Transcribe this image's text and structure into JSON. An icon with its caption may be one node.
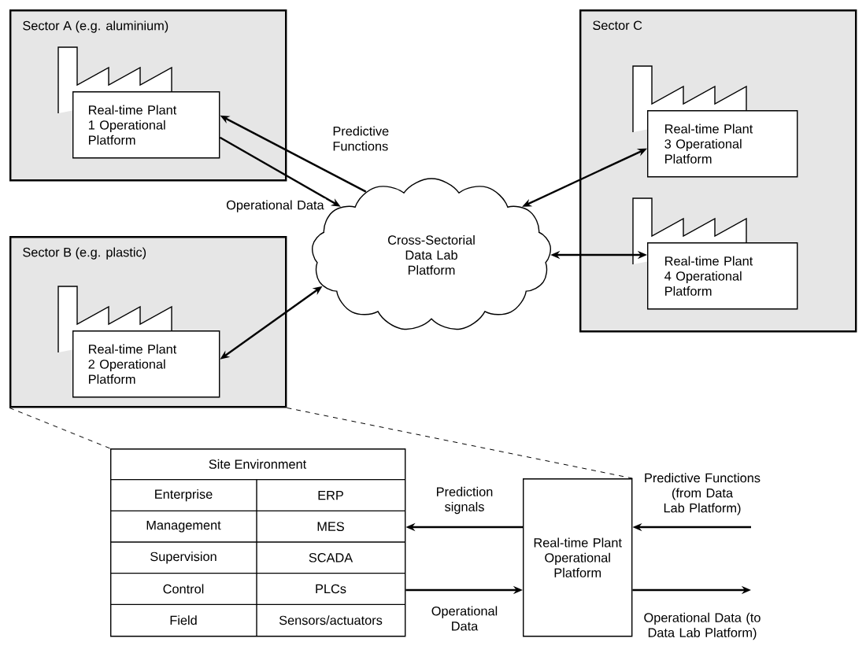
{
  "diagram": {
    "nodes": [
      {
        "text": [
          "Sector A (e.g. aluminium)"
        ]
      },
      {
        "text": [
          "Real-time Plant 1 Operational Platform"
        ],
        "in": 0
      },
      {
        "text": [
          "Sector B (e.g. plastic)"
        ]
      },
      {
        "text": [
          "Real-time Plant 2 Operational Platform"
        ],
        "in": 2
      },
      {
        "text": [
          "Cross-Sectorial Data Lab Platform"
        ]
      },
      {
        "text": [
          "Sector C"
        ]
      },
      {
        "text": [
          "Real-time Plant 3 Operational Platform"
        ],
        "in": 5
      },
      {
        "text": [
          "Real-time Plant 4 Operational Platform"
        ],
        "in": 5
      },
      {
        "text": [
          "Site Environment",
          "Enterprise",
          "ERP",
          "Management",
          "MES",
          "Supervision",
          "SCADA",
          "Control",
          "PLCs",
          "Field",
          "Sensors/actuators"
        ]
      },
      {
        "text": [
          "Real-time Plant Operational Platform"
        ]
      }
    ],
    "edges": [
      {
        "from": 4,
        "to": 1,
        "arrow": "to",
        "label": "Predictive Functions"
      },
      {
        "from": 1,
        "to": 4,
        "arrow": "to",
        "label": "Operational Data"
      },
      {
        "from": 3,
        "to": 4,
        "arrow": "both"
      },
      {
        "from": 4,
        "to": 6,
        "arrow": "both"
      },
      {
        "from": 4,
        "to": 7,
        "arrow": "both"
      },
      {
        "from": 9,
        "to": 8,
        "arrow": "to",
        "label": "Prediction signals"
      },
      {
        "from": 8,
        "to": 9,
        "arrow": "to",
        "label": "Operational Data"
      },
      {
        "from": null,
        "to": 9,
        "arrow": "to",
        "label": "Predictive Functions (from Data Lab Platform)"
      },
      {
        "from": 9,
        "to": null,
        "arrow": "to",
        "label": "Operational Data (to Data Lab Platform)"
      },
      {
        "from": 2,
        "to": 8,
        "arrow": "none",
        "style": "dashed"
      },
      {
        "from": 2,
        "to": 9,
        "arrow": "none",
        "style": "dashed"
      }
    ]
  }
}
